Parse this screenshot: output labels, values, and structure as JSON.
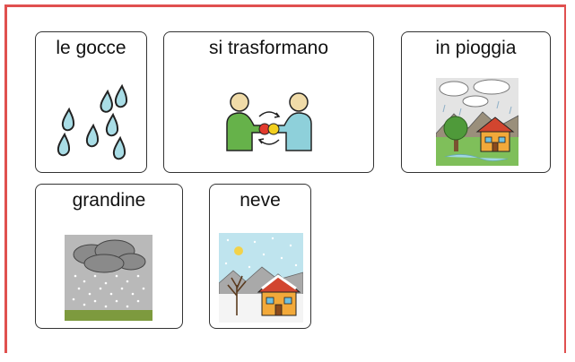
{
  "cards": [
    {
      "label": "le gocce",
      "icon": "raindrops-icon"
    },
    {
      "label": "si trasformano",
      "icon": "exchange-people-icon"
    },
    {
      "label": "in pioggia",
      "icon": "rain-landscape-icon"
    },
    {
      "label": "grandine",
      "icon": "hail-cloud-icon"
    },
    {
      "label": "neve",
      "icon": "snow-landscape-icon"
    }
  ],
  "colors": {
    "frame": "#e0504f",
    "card_border": "#333333",
    "drop": "#a9dde6"
  }
}
